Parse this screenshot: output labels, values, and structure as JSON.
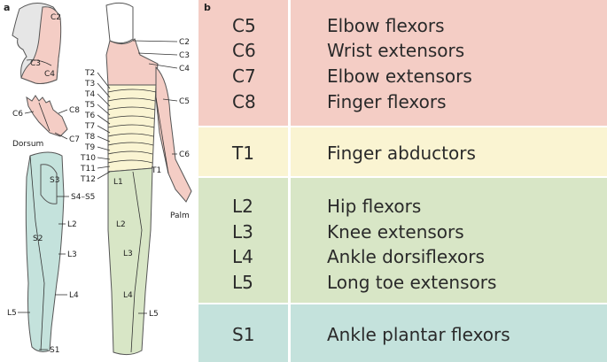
{
  "panel_a_letter": "a",
  "panel_b_letter": "b",
  "colors": {
    "cervical": "#f4cdc5",
    "thoracic": "#faf4d2",
    "lumbar": "#d8e6c6",
    "sacral": "#c4e2dc",
    "head_unshaded": "#e6e6e6",
    "skin_lines": "#555555"
  },
  "panel_a": {
    "head_labels": [
      "C2",
      "C3",
      "C4"
    ],
    "hand_labels": [
      "C6",
      "C8",
      "C7"
    ],
    "hand_caption": "Dorsum",
    "leg_labels": [
      "S3",
      "S4–S5",
      "L2",
      "S2",
      "L3",
      "L4",
      "L5",
      "S1"
    ],
    "neck_labels": [
      "C2",
      "C3",
      "C4",
      "C5",
      "C6",
      "T1"
    ],
    "trunk_labels": [
      "T2",
      "T3",
      "T4",
      "T5",
      "T6",
      "T7",
      "T8",
      "T9",
      "T10",
      "T11",
      "T12"
    ],
    "body_labels": [
      "L1",
      "L2",
      "L3",
      "L4",
      "L5"
    ],
    "palm_caption": "Palm"
  },
  "panel_b": {
    "groups": [
      {
        "rows": [
          {
            "root": "C5",
            "muscle": "Elbow flexors"
          },
          {
            "root": "C6",
            "muscle": "Wrist extensors"
          },
          {
            "root": "C7",
            "muscle": "Elbow extensors"
          },
          {
            "root": "C8",
            "muscle": "Finger flexors"
          }
        ]
      },
      {
        "rows": [
          {
            "root": "T1",
            "muscle": "Finger abductors"
          }
        ]
      },
      {
        "rows": [
          {
            "root": "L2",
            "muscle": "Hip flexors"
          },
          {
            "root": "L3",
            "muscle": "Knee extensors"
          },
          {
            "root": "L4",
            "muscle": "Ankle dorsiflexors"
          },
          {
            "root": "L5",
            "muscle": "Long toe extensors"
          }
        ]
      },
      {
        "rows": [
          {
            "root": "S1",
            "muscle": "Ankle plantar flexors"
          }
        ]
      }
    ]
  }
}
